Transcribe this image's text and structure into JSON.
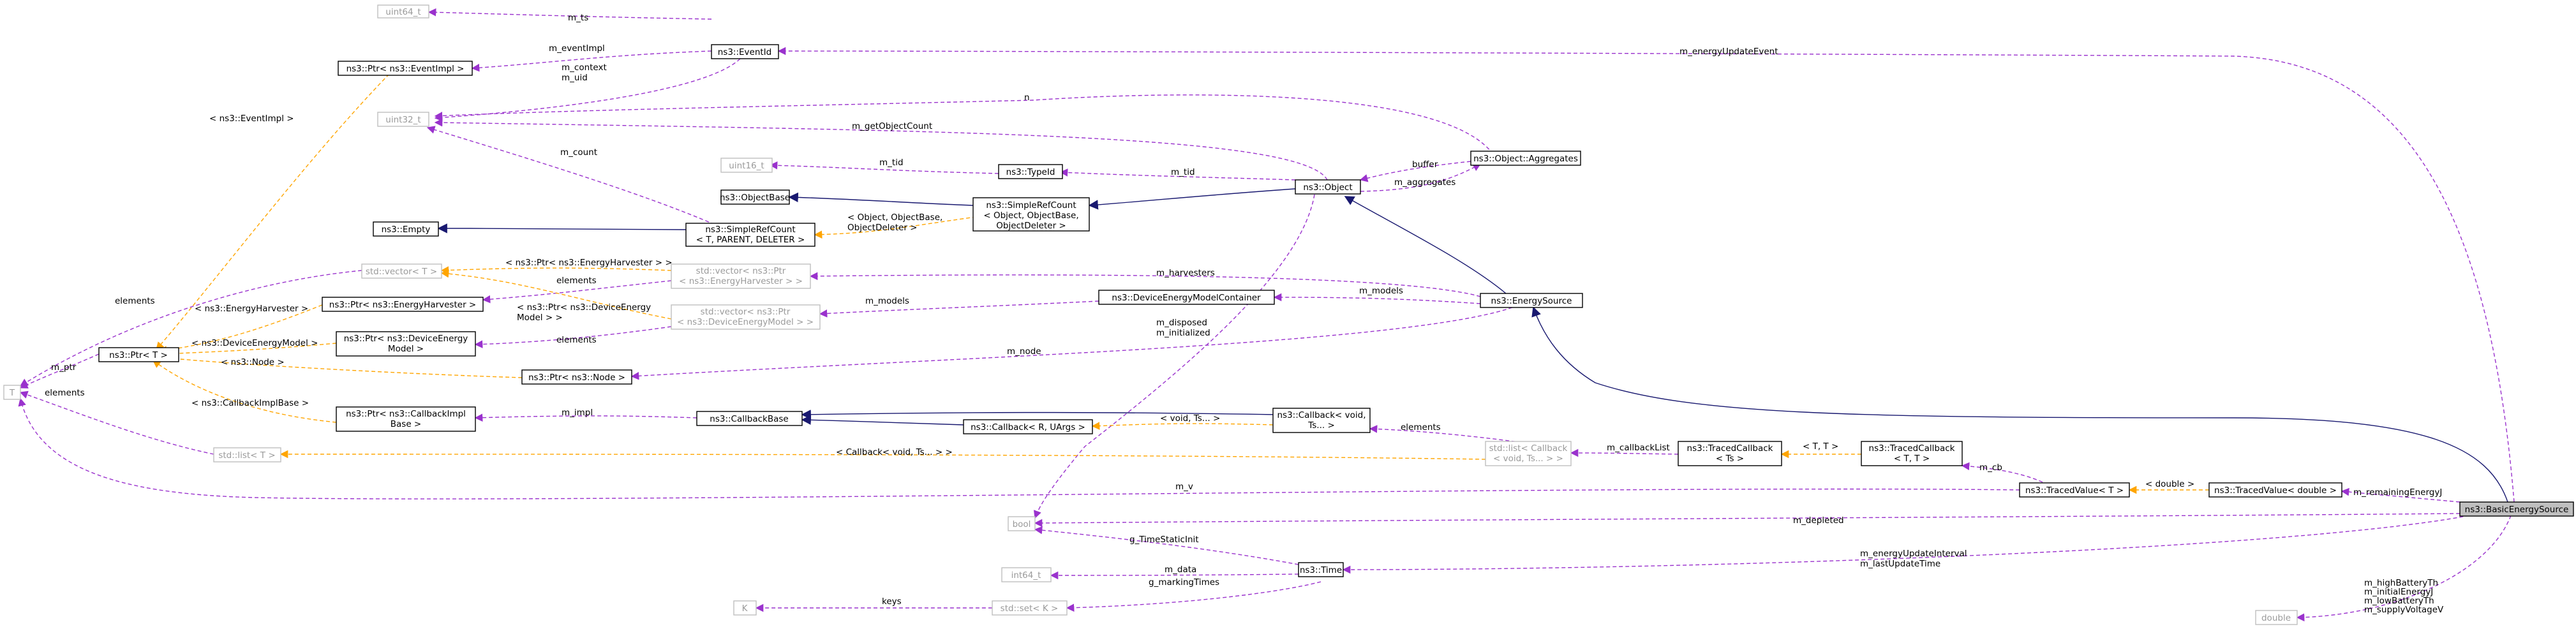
{
  "nodes": {
    "uint64_t": "uint64_t",
    "eventid": "ns3::EventId",
    "ptr_eventimpl": "ns3::Ptr< ns3::EventImpl >",
    "uint32_t": "uint32_t",
    "uint16_t": "uint16_t",
    "typeid": "ns3::TypeId",
    "objectbase": "ns3::ObjectBase",
    "empty": "ns3::Empty",
    "simplerefcount_t": [
      "ns3::SimpleRefCount",
      "< T, PARENT, DELETER >"
    ],
    "simplerefcount_obj": [
      "ns3::SimpleRefCount",
      "< Object, ObjectBase,",
      "ObjectDeleter >"
    ],
    "object": "ns3::Object",
    "aggregates": "ns3::Object::Aggregates",
    "vector_t": "std::vector< T >",
    "vector_harv": [
      "std::vector< ns3::Ptr",
      "< ns3::EnergyHarvester > >"
    ],
    "ptr_harv": "ns3::Ptr< ns3::EnergyHarvester >",
    "devcontainer": "ns3::DeviceEnergyModelContainer",
    "energysource": "ns3::EnergySource",
    "ptr_t": "ns3::Ptr< T >",
    "vector_devmodel": [
      "std::vector< ns3::Ptr",
      "< ns3::DeviceEnergyModel > >"
    ],
    "ptr_devmodel": [
      "ns3::Ptr< ns3::DeviceEnergy",
      "Model >"
    ],
    "t": "T",
    "ptr_node": "ns3::Ptr< ns3::Node >",
    "ptr_cbimpl": [
      "ns3::Ptr< ns3::CallbackImpl",
      "Base >"
    ],
    "callbackbase": "ns3::CallbackBase",
    "callback_r": "ns3::Callback< R, UArgs >",
    "callback_void": [
      "ns3::Callback< void,",
      "Ts... >"
    ],
    "list_t": "std::list< T >",
    "list_cb": [
      "std::list< Callback",
      "< void, Ts... > >"
    ],
    "tracedcb_ts": [
      "ns3::TracedCallback",
      "< Ts >"
    ],
    "tracedcb_tt": [
      "ns3::TracedCallback",
      "< T, T >"
    ],
    "tracedvalue_t": "ns3::TracedValue< T >",
    "tracedvalue_d": "ns3::TracedValue< double >",
    "basicenergysource": "ns3::BasicEnergySource",
    "bool": "bool",
    "int64_t": "int64_t",
    "time": "ns3::Time",
    "k": "K",
    "set_k": "std::set< K >",
    "double": "double"
  },
  "labels": {
    "m_ts": "m_ts",
    "m_eventImpl": "m_eventImpl",
    "m_context_uid": [
      "m_context",
      "m_uid"
    ],
    "eventimpl_tmpl": "< ns3::EventImpl >",
    "n": "n",
    "m_getObjectCount": "m_getObjectCount",
    "m_count": "m_count",
    "m_tid_a": "m_tid",
    "m_tid_b": "m_tid",
    "buffer": "buffer",
    "m_aggregates": "m_aggregates",
    "simplerefcount_tmpl": [
      "< Object, ObjectBase,",
      "ObjectDeleter >"
    ],
    "harvester_vec_tmpl": "< ns3::Ptr< ns3::EnergyHarvester > >",
    "elements_harv": "elements",
    "m_harvesters": "m_harvesters",
    "harvester_tmpl": "< ns3::EnergyHarvester >",
    "devmodel_vec_tmpl": [
      "< ns3::Ptr< ns3::DeviceEnergy",
      "Model > >"
    ],
    "m_models_a": "m_models",
    "m_models_b": "m_models",
    "devmodel_tmpl": "< ns3::DeviceEnergyModel >",
    "elements_devmodel": "elements",
    "m_disposed": [
      "m_disposed",
      "m_initialized"
    ],
    "elements_vec": "elements",
    "m_ptr": "m_ptr",
    "node_tmpl": "< ns3::Node >",
    "m_node": "m_node",
    "cbimpl_tmpl": "< ns3::CallbackImplBase >",
    "m_impl": "m_impl",
    "elements_list": "elements",
    "void_tmpl": "< void, Ts... >",
    "elements_cb": "elements",
    "list_cb_tmpl": "< Callback< void, Ts... > >",
    "m_callbackList": "m_callbackList",
    "tt_tmpl": "< T, T >",
    "m_cb": "m_cb",
    "m_v": "m_v",
    "double_tmpl": "< double >",
    "m_remainingEnergyJ": "m_remainingEnergyJ",
    "m_depleted": "m_depleted",
    "g_TimeStaticInit": "g_TimeStaticInit",
    "m_data": "m_data",
    "g_markingTimes": "g_markingTimes",
    "keys": "keys",
    "m_energyUpdateEvent": "m_energyUpdateEvent",
    "m_energyUpdateInterval": [
      "m_energyUpdateInterval",
      "m_lastUpdateTime"
    ],
    "m_battery": [
      "m_highBatteryTh",
      "m_initialEnergyJ",
      "m_lowBatteryTh",
      "m_supplyVoltageV"
    ]
  },
  "colors": {
    "usage": "#9a32cd",
    "template": "#ffa500",
    "inherit": "#191970",
    "highlight_fill": "#bfbfbf",
    "grey_text": "#9a9a9a"
  }
}
